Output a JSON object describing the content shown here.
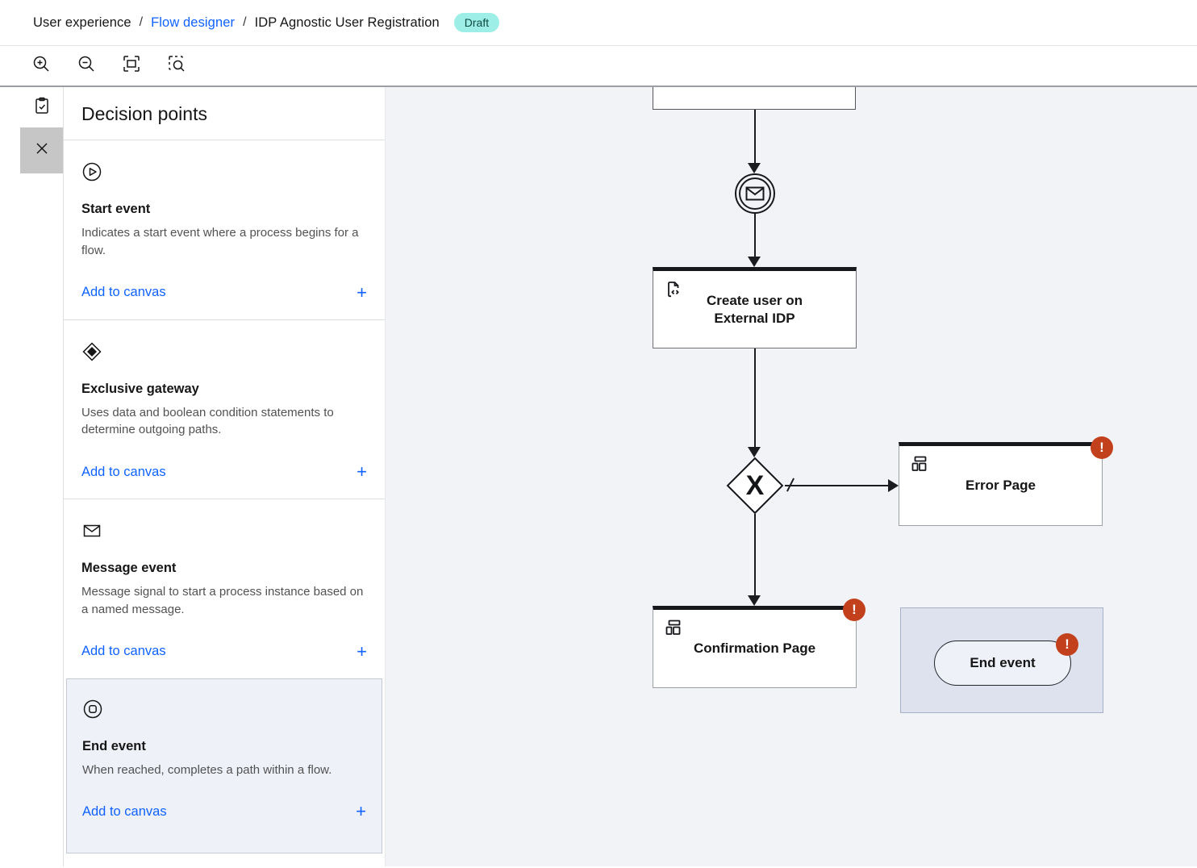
{
  "breadcrumb": {
    "items": [
      "User experience",
      "Flow designer",
      "IDP Agnostic User Registration"
    ],
    "separator": "/",
    "status_badge": "Draft"
  },
  "toolbar": {
    "icons": [
      "zoom-in",
      "zoom-out",
      "fit-to-screen",
      "search-locate"
    ]
  },
  "rail": {
    "icons": [
      "palette-clipboard",
      "close"
    ]
  },
  "palette": {
    "title": "Decision points",
    "items": [
      {
        "icon": "start-event",
        "title": "Start event",
        "description": "Indicates a start event where a process begins for a flow.",
        "action": "Add to canvas",
        "plus": "+",
        "selected": false
      },
      {
        "icon": "exclusive-gateway",
        "title": "Exclusive gateway",
        "description": "Uses data and boolean condition statements to determine outgoing paths.",
        "action": "Add to canvas",
        "plus": "+",
        "selected": false
      },
      {
        "icon": "message-event",
        "title": "Message event",
        "description": "Message signal to start a process instance based on a named message.",
        "action": "Add to canvas",
        "plus": "+",
        "selected": false
      },
      {
        "icon": "end-event",
        "title": "End event",
        "description": "When reached, completes a path within a flow.",
        "action": "Add to canvas",
        "plus": "+",
        "selected": true
      }
    ]
  },
  "canvas": {
    "nodes": {
      "create_task": "Create user on External IDP",
      "error_page": "Error Page",
      "confirmation_page": "Confirmation Page",
      "end_event": "End event",
      "gateway_symbol": "X",
      "error_badge": "!"
    }
  },
  "colors": {
    "link_blue": "#0f62fe",
    "badge_teal_bg": "#9deee6",
    "error_red": "#c2401c",
    "selection_bg": "#dde2ee",
    "canvas_bg": "#f2f3f6"
  }
}
